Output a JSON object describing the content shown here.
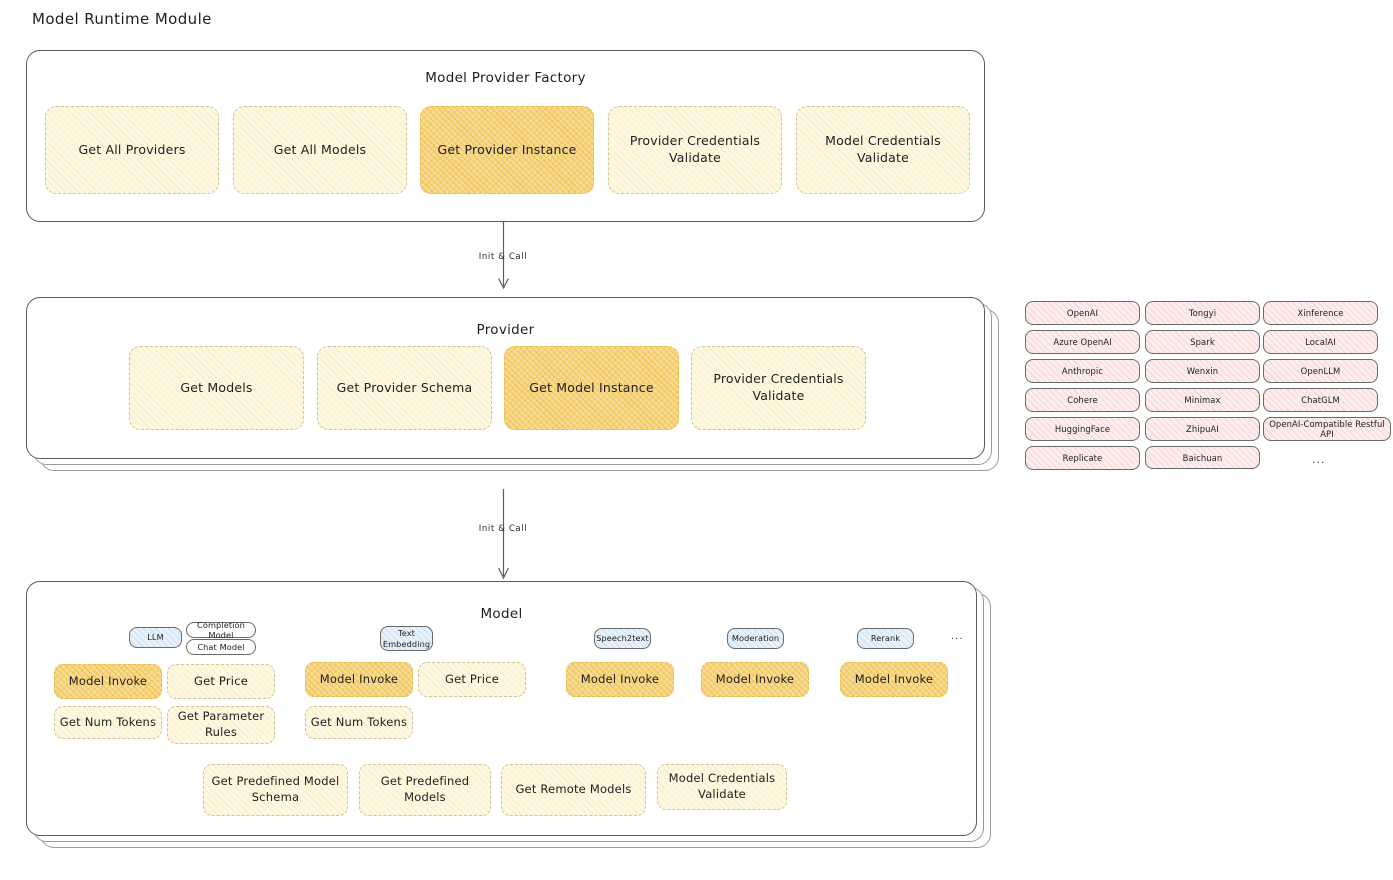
{
  "page": {
    "title": "Model Runtime Module"
  },
  "sections": {
    "factory": {
      "title": "Model Provider Factory",
      "methods": [
        {
          "label": "Get All Providers",
          "highlight": false
        },
        {
          "label": "Get All Models",
          "highlight": false
        },
        {
          "label": "Get Provider Instance",
          "highlight": true
        },
        {
          "label": "Provider Credentials Validate",
          "highlight": false
        },
        {
          "label": "Model Credentials Validate",
          "highlight": false
        }
      ]
    },
    "provider": {
      "title": "Provider",
      "methods": [
        {
          "label": "Get Models",
          "highlight": false
        },
        {
          "label": "Get Provider Schema",
          "highlight": false
        },
        {
          "label": "Get Model Instance",
          "highlight": true
        },
        {
          "label": "Provider Credentials Validate",
          "highlight": false
        }
      ]
    },
    "model": {
      "title": "Model",
      "types": [
        {
          "label": "LLM",
          "sub": [
            "Completion Model",
            "Chat Model"
          ]
        },
        {
          "label": "Text Embedding",
          "sub": []
        },
        {
          "label": "Speech2text",
          "sub": []
        },
        {
          "label": "Moderation",
          "sub": []
        },
        {
          "label": "Rerank",
          "sub": []
        }
      ],
      "types_more": "...",
      "columns": [
        {
          "methods": [
            {
              "label": "Model Invoke",
              "highlight": true
            },
            {
              "label": "Get Price",
              "highlight": false
            },
            {
              "label": "Get Num Tokens",
              "highlight": false
            },
            {
              "label": "Get Parameter Rules",
              "highlight": false
            }
          ]
        },
        {
          "methods": [
            {
              "label": "Model Invoke",
              "highlight": true
            },
            {
              "label": "Get Price",
              "highlight": false
            },
            {
              "label": "Get Num Tokens",
              "highlight": false
            }
          ]
        },
        {
          "methods": [
            {
              "label": "Model Invoke",
              "highlight": true
            }
          ]
        },
        {
          "methods": [
            {
              "label": "Model Invoke",
              "highlight": true
            }
          ]
        },
        {
          "methods": [
            {
              "label": "Model Invoke",
              "highlight": true
            }
          ]
        }
      ],
      "shared_methods": [
        {
          "label": "Get Predefined Model Schema"
        },
        {
          "label": "Get Predefined Models"
        },
        {
          "label": "Get Remote Models"
        },
        {
          "label": "Model Credentials Validate"
        }
      ]
    }
  },
  "arrows": [
    {
      "label": "Init & Call"
    },
    {
      "label": "Init & Call"
    }
  ],
  "provider_list": {
    "columns": [
      {
        "items": [
          "OpenAI",
          "Azure OpenAI",
          "Anthropic",
          "Cohere",
          "HuggingFace",
          "Replicate"
        ]
      },
      {
        "items": [
          "Tongyi",
          "Spark",
          "Wenxin",
          "Minimax",
          "ZhipuAI",
          "Baichuan"
        ]
      },
      {
        "items": [
          "Xinference",
          "LocalAI",
          "OpenLLM",
          "ChatGLM",
          "OpenAI-Compatible Restful API"
        ]
      }
    ],
    "more": "..."
  },
  "colors": {
    "highlight_fill": "#f8dd9a",
    "chip_fill": "#fdf8e4",
    "badge_fill": "#e8f2fb",
    "provider_fill": "#fdeeee",
    "stroke": "#5b5b5b",
    "text": "#1e1e1e"
  }
}
